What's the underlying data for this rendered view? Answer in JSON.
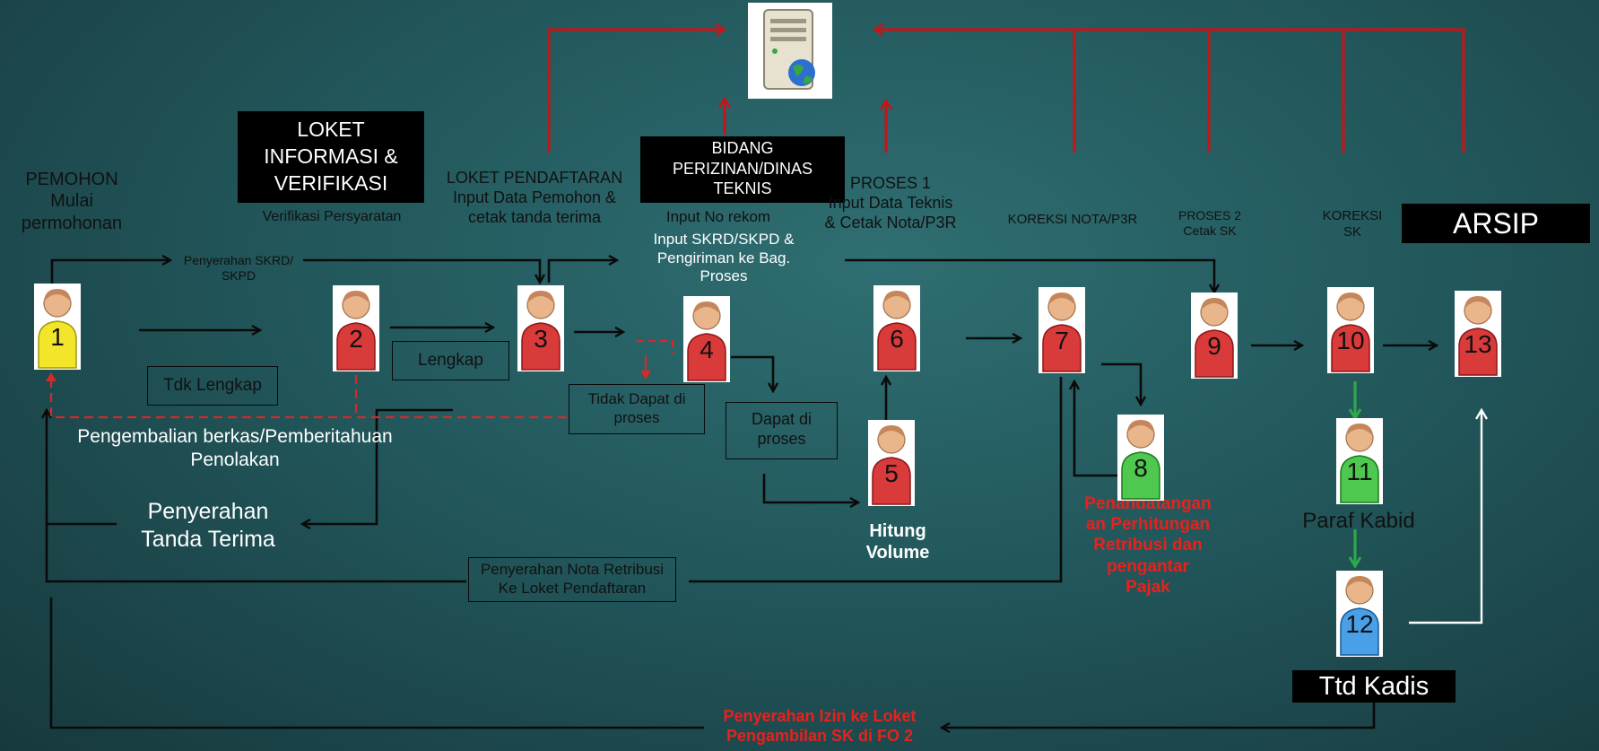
{
  "colors": {
    "flow": "#0a0a0a",
    "server_link": "#c0181a",
    "return_path": "#d42a28",
    "approval": "#2ea84a",
    "archive_link": "#ffffff",
    "person_default": "#d93a3a",
    "person_applicant": "#f2e52a",
    "person_verifier": "#4ec84e",
    "person_head": "#4aa0e6"
  },
  "server": {
    "icon": "server-globe-icon"
  },
  "headers": {
    "pemohon": [
      "PEMOHON",
      "Mulai",
      "permohonan"
    ],
    "loket_info": [
      "LOKET",
      "INFORMASI &",
      "VERIFIKASI"
    ],
    "verifikasi": "Verifikasi Persyaratan",
    "loket_pendaftaran": [
      "LOKET PENDAFTARAN",
      "Input Data Pemohon &",
      "cetak tanda terima"
    ],
    "bidang": [
      "BIDANG",
      "PERIZINAN/DINAS",
      "TEKNIS"
    ],
    "input_rekom": "Input No rekom",
    "input_skrd": [
      "Input SKRD/SKPD &",
      "Pengiriman ke Bag.",
      "Proses"
    ],
    "proses1": [
      "PROSES 1",
      "Input Data Teknis",
      "& Cetak Nota/P3R"
    ],
    "koreksi_nota": "KOREKSI NOTA/P3R",
    "proses2": [
      "PROSES 2",
      "Cetak SK"
    ],
    "koreksi_sk": [
      "KOREKSI",
      "SK"
    ],
    "arsip": "ARSIP"
  },
  "labels": {
    "penyerahan_skrd": [
      "Penyerahan SKRD/",
      "SKPD"
    ],
    "tdk_lengkap": "Tdk Lengkap",
    "lengkap": "Lengkap",
    "tidak_dapat": [
      "Tidak Dapat di",
      "proses"
    ],
    "dapat": [
      "Dapat di",
      "proses"
    ],
    "pengembalian": [
      "Pengembalian berkas/Pemberitahuan",
      "Penolakan"
    ],
    "penyerahan_tanda": [
      "Penyerahan",
      "Tanda Terima"
    ],
    "hitung": [
      "Hitung",
      "Volume"
    ],
    "penandatangan": [
      "Penandatangan",
      "an Perhitungan",
      "Retribusi dan",
      "pengantar",
      "Pajak"
    ],
    "paraf": "Paraf Kabid",
    "nota": [
      "Penyerahan Nota Retribusi",
      "Ke Loket Pendaftaran"
    ],
    "ttd": "Ttd Kadis",
    "penyerahan_izin": [
      "Penyerahan Izin ke Loket",
      "Pengambilan SK di FO 2"
    ]
  },
  "people": [
    {
      "num": "1",
      "color": "yellow"
    },
    {
      "num": "2",
      "color": "red"
    },
    {
      "num": "3",
      "color": "red"
    },
    {
      "num": "4",
      "color": "red"
    },
    {
      "num": "5",
      "color": "red"
    },
    {
      "num": "6",
      "color": "red"
    },
    {
      "num": "7",
      "color": "red"
    },
    {
      "num": "8",
      "color": "green"
    },
    {
      "num": "9",
      "color": "red"
    },
    {
      "num": "10",
      "color": "red"
    },
    {
      "num": "11",
      "color": "green"
    },
    {
      "num": "12",
      "color": "blue"
    },
    {
      "num": "13",
      "color": "red"
    }
  ]
}
